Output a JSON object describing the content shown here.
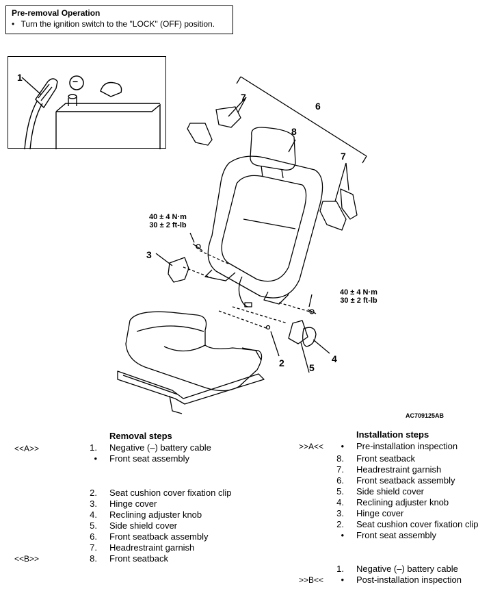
{
  "pre_removal": {
    "title": "Pre-removal Operation",
    "bullet": "•",
    "text": "Turn the ignition switch to the \"LOCK\" (OFF) position."
  },
  "figure": {
    "inset_callout": "1",
    "minus_symbol": "−",
    "callouts": {
      "c2": "2",
      "c3": "3",
      "c4": "4",
      "c5": "5",
      "c6": "6",
      "c7a": "7",
      "c7b": "7",
      "c8": "8"
    },
    "torque_left": {
      "nm": "40 ± 4 N·m",
      "ftlb": "30 ± 2 ft-lb"
    },
    "torque_right": {
      "nm": "40 ± 4 N·m",
      "ftlb": "30 ± 2 ft-lb"
    },
    "figure_id": "AC709125AB"
  },
  "removal": {
    "heading": "Removal steps",
    "ref_a": "<<A>>",
    "ref_b": "<<B>>",
    "steps": [
      {
        "num": "1.",
        "text": "Negative (–) battery cable"
      },
      {
        "num": "•",
        "text": "Front seat assembly"
      },
      {
        "num": "2.",
        "text": "Seat cushion cover fixation clip"
      },
      {
        "num": "3.",
        "text": "Hinge cover"
      },
      {
        "num": "4.",
        "text": "Reclining adjuster knob"
      },
      {
        "num": "5.",
        "text": "Side shield cover"
      },
      {
        "num": "6.",
        "text": "Front seatback assembly"
      },
      {
        "num": "7.",
        "text": "Headrestraint garnish"
      },
      {
        "num": "8.",
        "text": "Front seatback"
      }
    ]
  },
  "installation": {
    "heading": "Installation steps",
    "ref_a": ">>A<<",
    "ref_b": ">>B<<",
    "steps": [
      {
        "num": "•",
        "text": "Pre-installation inspection"
      },
      {
        "num": "8.",
        "text": "Front seatback"
      },
      {
        "num": "7.",
        "text": "Headrestraint garnish"
      },
      {
        "num": "6.",
        "text": "Front seatback assembly"
      },
      {
        "num": "5.",
        "text": "Side shield cover"
      },
      {
        "num": "4.",
        "text": "Reclining adjuster knob"
      },
      {
        "num": "3.",
        "text": "Hinge cover"
      },
      {
        "num": "2.",
        "text": "Seat cushion cover fixation clip"
      },
      {
        "num": "•",
        "text": "Front seat assembly"
      },
      {
        "num": "1.",
        "text": "Negative (–) battery cable"
      },
      {
        "num": "•",
        "text": "Post-installation inspection"
      }
    ]
  }
}
